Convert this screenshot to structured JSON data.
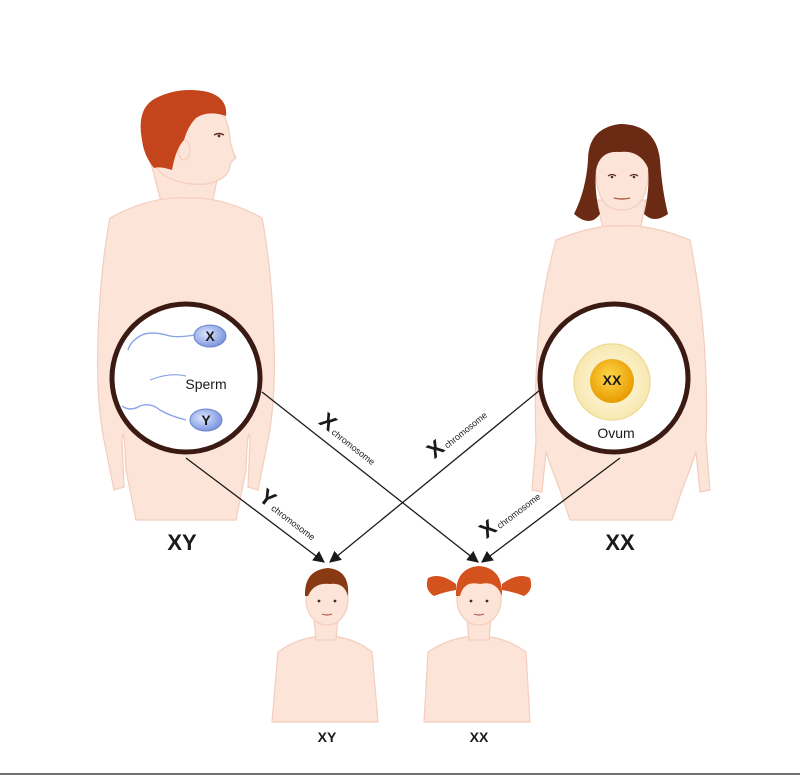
{
  "father": {
    "genotype": "XY",
    "cell_label": "Sperm"
  },
  "mother": {
    "genotype": "XX",
    "cell_label": "Ovum"
  },
  "sperm_x_chromosome": "X",
  "sperm_y_chromosome": "Y",
  "ovum_chromosomes": "XX",
  "arrows": {
    "father_to_girl": {
      "letter": "X",
      "word": "chromosome"
    },
    "father_to_boy": {
      "letter": "Y",
      "word": "chromosome"
    },
    "mother_to_boy": {
      "letter": "X",
      "word": "chromosome"
    },
    "mother_to_girl": {
      "letter": "X",
      "word": "chromosome"
    }
  },
  "boy": {
    "genotype": "XY"
  },
  "girl": {
    "genotype": "XX"
  },
  "colors": {
    "skin": "#fde4d8",
    "male_hair": "#c4441b",
    "female_hair": "#6b2a14",
    "circle_border": "#3b1a14",
    "sperm_blue": "#8aa4e8",
    "ovum_yellow": "#f4b400",
    "child_hair_boy": "#8a3a12",
    "child_hair_girl": "#d4521e"
  }
}
